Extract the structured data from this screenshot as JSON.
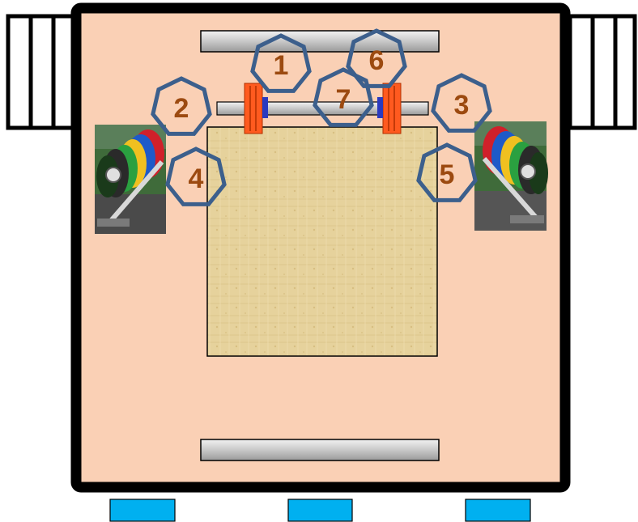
{
  "colors": {
    "room_fill": "#FAD0B5",
    "wall": "#000000",
    "platform": "#E3CF98",
    "bar_fill": "#C8C8C8",
    "plate_orange": "#FF5A1F",
    "collar_blue": "#2A3AC0",
    "marker_stroke": "#3C5F8C",
    "marker_text": "#9C4A10",
    "door_blue": "#00B0F0"
  },
  "icons": {
    "rack_left": "plate-rack-icon",
    "rack_right": "plate-rack-icon",
    "bench_left": "bench-stack-icon",
    "bench_right": "bench-stack-icon"
  },
  "markers": [
    {
      "label": "1"
    },
    {
      "label": "2"
    },
    {
      "label": "3"
    },
    {
      "label": "4"
    },
    {
      "label": "5"
    },
    {
      "label": "6"
    },
    {
      "label": "7"
    }
  ]
}
